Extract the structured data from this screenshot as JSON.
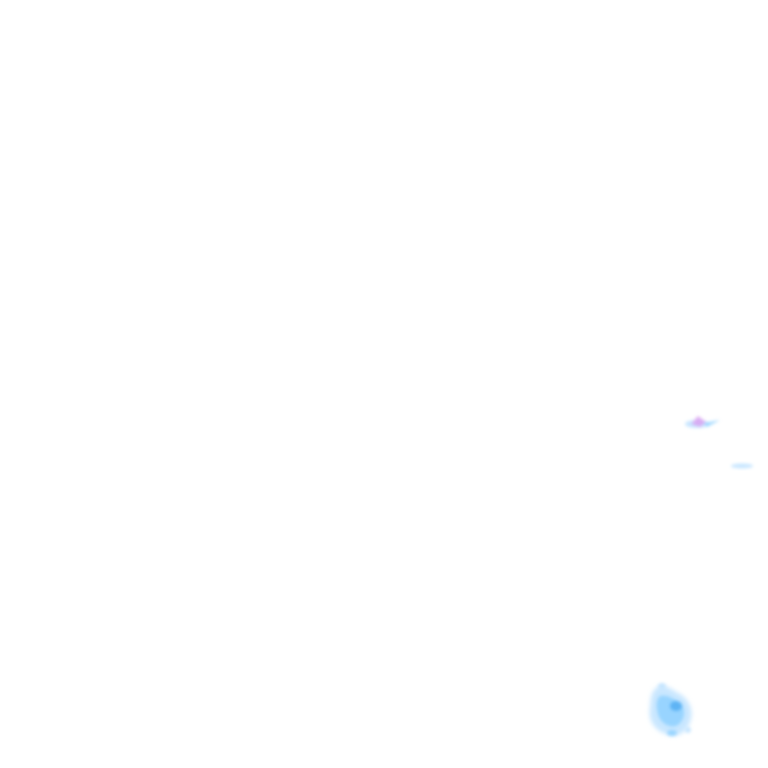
{
  "map": {
    "type": "precipitation-radar-tile",
    "background_color": "#ffffff",
    "legend": {
      "light_precip_color": "#bfe3ff",
      "moderate_precip_color": "#8ccfff",
      "heavy_precip_color": "#4aa8f0",
      "mixed_precip_color": "#d9a6f2"
    },
    "echoes": [
      {
        "name": "radar-echo-mixed",
        "category": "mixed"
      },
      {
        "name": "radar-echo-light-streak",
        "category": "light"
      },
      {
        "name": "radar-echo-cluster",
        "category": "moderate"
      }
    ]
  }
}
